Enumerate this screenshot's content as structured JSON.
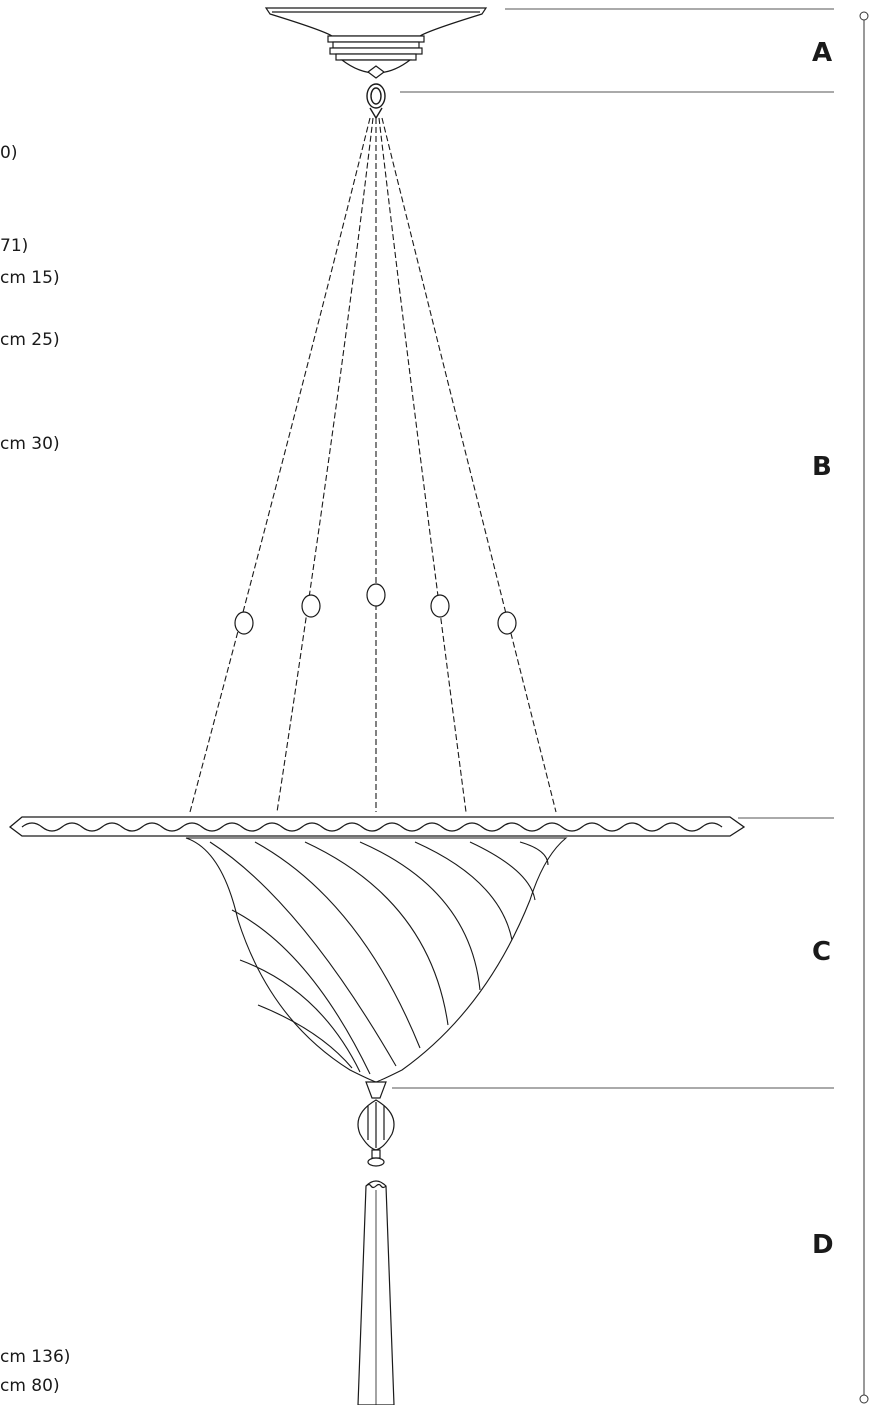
{
  "left_labels": {
    "l1": "0)",
    "l2": "71)",
    "l3": "cm 15)",
    "l4": "cm 25)",
    "l5": "cm 30)",
    "l6": "cm 136)",
    "l7": "cm 80)"
  },
  "sections": {
    "a": "A",
    "b": "B",
    "c": "C",
    "d": "D"
  },
  "colors": {
    "line": "#1a1a1a",
    "guide": "#666666"
  }
}
